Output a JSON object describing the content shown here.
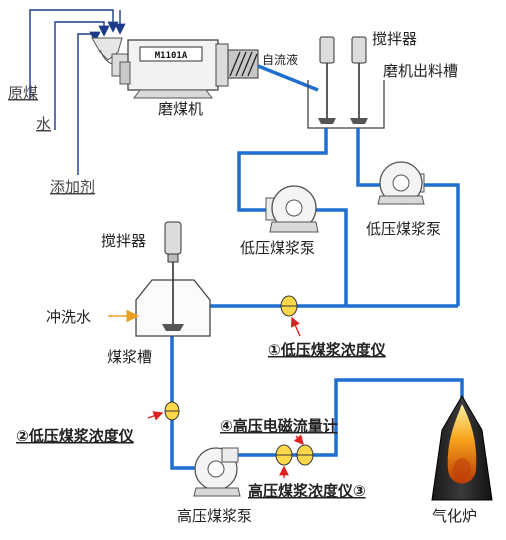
{
  "diagram": {
    "inputs": {
      "raw_coal": "原煤",
      "water": "水",
      "additive": "添加剂"
    },
    "mill": {
      "tag": "M1101A",
      "name": "磨煤机"
    },
    "gravity_flow": "自流液",
    "mill_outlet_tank": {
      "agitator": "搅拌器",
      "name": "磨机出料槽"
    },
    "low_pump_right": "低压煤浆泵",
    "low_pump_left": "低压煤浆泵",
    "slurry_tank": {
      "agitator": "搅拌器",
      "flush_water": "冲洗水",
      "name": "煤浆槽"
    },
    "meter1": "①低压煤浆浓度仪",
    "meter2": "②低压煤浆浓度仪",
    "meter4": "④高压电磁流量计",
    "meter3": "高压煤浆浓度仪③",
    "high_pump": "高压煤浆泵",
    "gasifier": "气化炉",
    "colors": {
      "pipe": "#1f6fd1",
      "input_line": "#1a3a8a",
      "equipment_outline": "#5a5a5a",
      "arrow_red": "#e02020",
      "flush_arrow": "#e8a020",
      "flame": "#f5a11a"
    }
  }
}
